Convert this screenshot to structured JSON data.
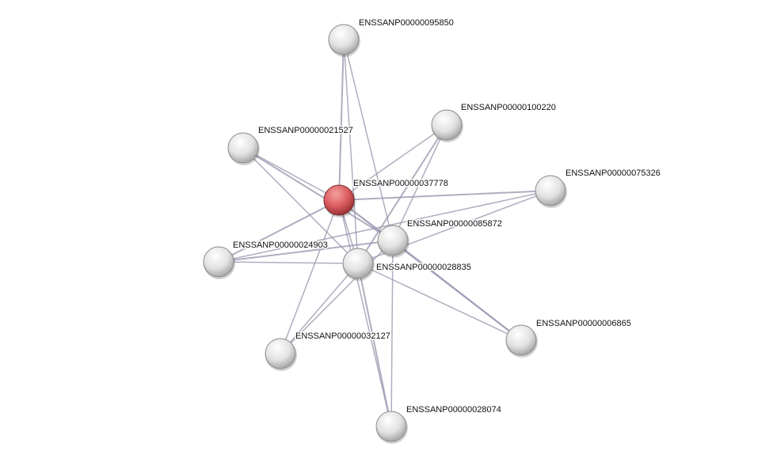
{
  "network": {
    "query_node": "ENSSANP00000037778",
    "nodes": [
      {
        "id": "ENSSANP00000095850",
        "label": "ENSSANP00000095850",
        "color": "#e6e6e6"
      },
      {
        "id": "ENSSANP00000100220",
        "label": "ENSSANP00000100220",
        "color": "#e6e6e6"
      },
      {
        "id": "ENSSANP00000021527",
        "label": "ENSSANP00000021527",
        "color": "#e6e6e6"
      },
      {
        "id": "ENSSANP00000037778",
        "label": "ENSSANP00000037778",
        "color": "#d9545a"
      },
      {
        "id": "ENSSANP00000075326",
        "label": "ENSSANP00000075326",
        "color": "#e6e6e6"
      },
      {
        "id": "ENSSANP00000085872",
        "label": "ENSSANP00000085872",
        "color": "#e6e6e6"
      },
      {
        "id": "ENSSANP00000028835",
        "label": "ENSSANP00000028835",
        "color": "#e6e6e6"
      },
      {
        "id": "ENSSANP00000024903",
        "label": "ENSSANP00000024903",
        "color": "#e6e6e6"
      },
      {
        "id": "ENSSANP00000032127",
        "label": "ENSSANP00000032127",
        "color": "#e6e6e6"
      },
      {
        "id": "ENSSANP00000006865",
        "label": "ENSSANP00000006865",
        "color": "#e6e6e6"
      },
      {
        "id": "ENSSANP00000028074",
        "label": "ENSSANP00000028074",
        "color": "#e6e6e6"
      }
    ],
    "edges": [
      [
        "ENSSANP00000037778",
        "ENSSANP00000095850"
      ],
      [
        "ENSSANP00000037778",
        "ENSSANP00000100220"
      ],
      [
        "ENSSANP00000037778",
        "ENSSANP00000021527"
      ],
      [
        "ENSSANP00000037778",
        "ENSSANP00000075326"
      ],
      [
        "ENSSANP00000037778",
        "ENSSANP00000085872"
      ],
      [
        "ENSSANP00000037778",
        "ENSSANP00000028835"
      ],
      [
        "ENSSANP00000037778",
        "ENSSANP00000024903"
      ],
      [
        "ENSSANP00000037778",
        "ENSSANP00000032127"
      ],
      [
        "ENSSANP00000037778",
        "ENSSANP00000028074"
      ],
      [
        "ENSSANP00000037778",
        "ENSSANP00000006865"
      ],
      [
        "ENSSANP00000095850",
        "ENSSANP00000028835"
      ],
      [
        "ENSSANP00000095850",
        "ENSSANP00000085872"
      ],
      [
        "ENSSANP00000100220",
        "ENSSANP00000028835"
      ],
      [
        "ENSSANP00000100220",
        "ENSSANP00000085872"
      ],
      [
        "ENSSANP00000021527",
        "ENSSANP00000028835"
      ],
      [
        "ENSSANP00000021527",
        "ENSSANP00000085872"
      ],
      [
        "ENSSANP00000075326",
        "ENSSANP00000024903"
      ],
      [
        "ENSSANP00000075326",
        "ENSSANP00000028835"
      ],
      [
        "ENSSANP00000085872",
        "ENSSANP00000024903"
      ],
      [
        "ENSSANP00000085872",
        "ENSSANP00000032127"
      ],
      [
        "ENSSANP00000085872",
        "ENSSANP00000028074"
      ],
      [
        "ENSSANP00000085872",
        "ENSSANP00000006865"
      ],
      [
        "ENSSANP00000028835",
        "ENSSANP00000024903"
      ],
      [
        "ENSSANP00000028835",
        "ENSSANP00000032127"
      ],
      [
        "ENSSANP00000028835",
        "ENSSANP00000028074"
      ],
      [
        "ENSSANP00000028835",
        "ENSSANP00000006865"
      ]
    ],
    "edge_color": "#9a9ab0"
  }
}
